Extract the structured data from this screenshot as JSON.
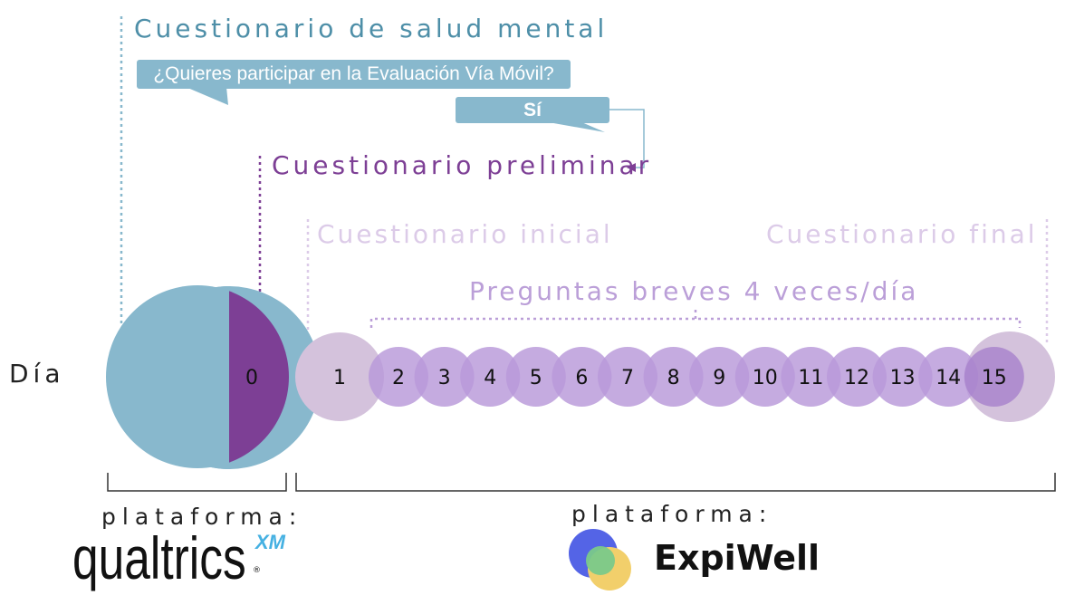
{
  "titles": {
    "mental_health": "Cuestionario de salud mental",
    "preliminary": "Cuestionario preliminar",
    "initial": "Cuestionario inicial",
    "final": "Cuestionario final",
    "brief": "Preguntas breves 4 veces/día"
  },
  "dialog": {
    "question": "¿Quieres participar en la Evaluación Vía Móvil?",
    "answer": "Sí"
  },
  "day_label": "Día",
  "days": [
    "0",
    "1",
    "2",
    "3",
    "4",
    "5",
    "6",
    "7",
    "8",
    "9",
    "10",
    "11",
    "12",
    "13",
    "14",
    "15"
  ],
  "platforms": {
    "left_label": "plataforma:",
    "left_logo": "qualtrics",
    "left_logo_sup": "XM",
    "left_logo_reg": "®",
    "right_label": "plataforma:",
    "right_logo": "ExpiWell"
  },
  "colors": {
    "teal": "#88b8cd",
    "teal_text": "#4e8fa8",
    "purple_dark": "#7d3f95",
    "purple_mid": "#b898d9",
    "lilac_light": "#d4c2dc",
    "lilac_text": "#dccbe8"
  }
}
